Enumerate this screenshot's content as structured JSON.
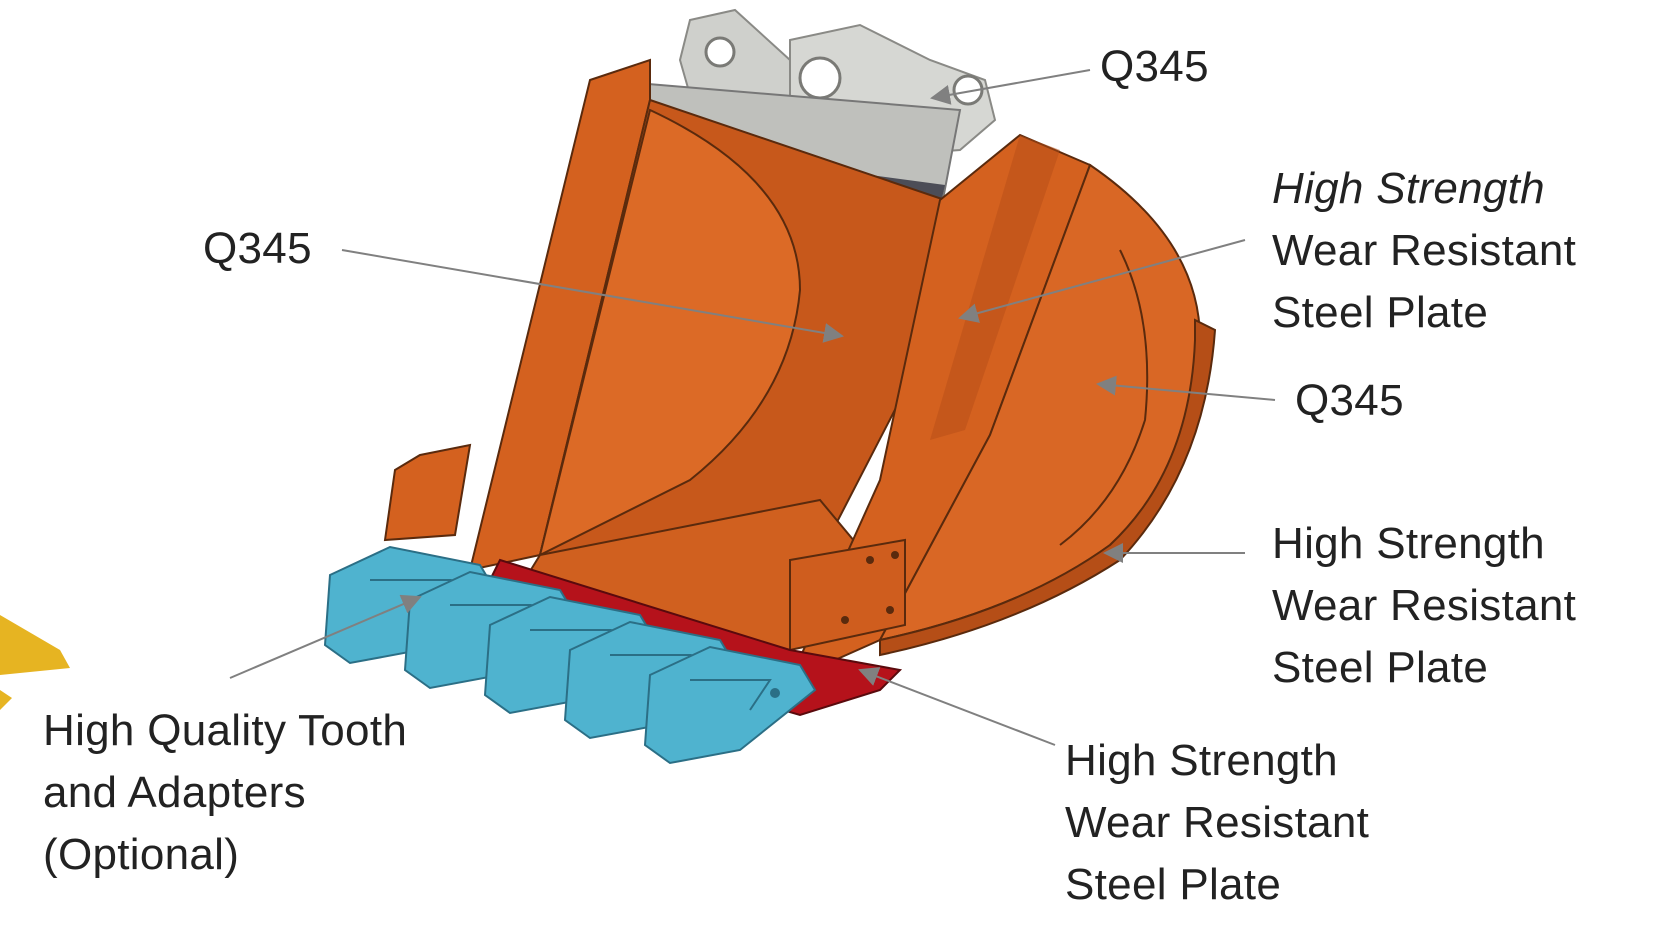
{
  "colors": {
    "bucket_orange": "#d4611f",
    "bucket_shadow": "#b54e17",
    "bucket_edge": "#5a2a0d",
    "hinge_grey": "#cfd0cc",
    "lip_red": "#b5121b",
    "tooth_blue": "#4fb3cf",
    "arrow_grey": "#808080",
    "text": "#222222"
  },
  "callouts": {
    "top_right": {
      "text": "Q345",
      "target_part": "hinge-bracket"
    },
    "left_upper": {
      "text": "Q345",
      "target_part": "bucket-interior"
    },
    "side_plate": {
      "lines": [
        "High Strength",
        "Wear Resistant",
        "Steel Plate"
      ],
      "target_part": "side-plate"
    },
    "side_shell": {
      "text": "Q345",
      "target_part": "side-shell"
    },
    "rear_edge": {
      "lines": [
        "High Strength",
        "Wear Resistant",
        "Steel Plate"
      ],
      "target_part": "rear-edge-strip"
    },
    "teeth": {
      "lines": [
        "High Quality Tooth",
        "and Adapters",
        "(Optional)"
      ],
      "target_part": "teeth"
    },
    "lip": {
      "lines": [
        "High Strength",
        "Wear Resistant",
        "Steel Plate"
      ],
      "target_part": "cutting-lip"
    }
  }
}
